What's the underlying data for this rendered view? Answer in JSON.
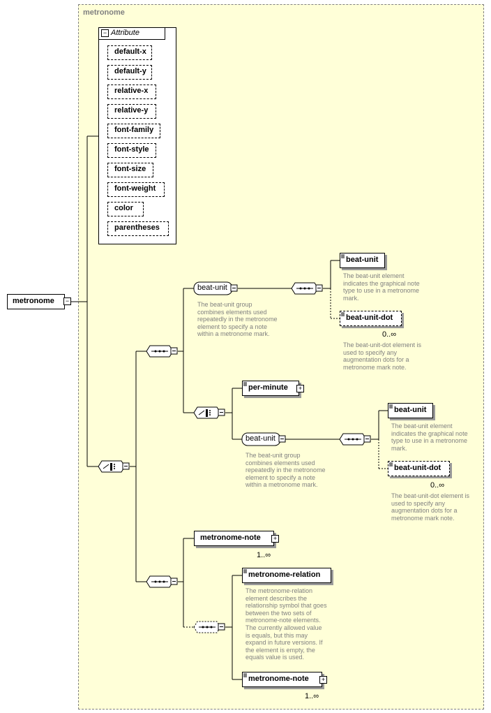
{
  "root": {
    "title": "metronome",
    "element": "metronome"
  },
  "attributes": {
    "header": "Attribute",
    "items": [
      "default-x",
      "default-y",
      "relative-x",
      "relative-y",
      "font-family",
      "font-style",
      "font-size",
      "font-weight",
      "color",
      "parentheses"
    ]
  },
  "branch1": {
    "group_name": "beat-unit",
    "group_doc": "The beat-unit group\ncombines elements used\nrepeatedly in the metronome\nelement to specify a note\nwithin a metronome mark.",
    "beat_unit": "beat-unit",
    "beat_unit_doc": "The beat-unit element\nindicates the graphical note\ntype to use in a metronome\nmark.",
    "beat_unit_dot": "beat-unit-dot",
    "beat_unit_dot_occ": "0..∞",
    "beat_unit_dot_doc": "The beat-unit-dot element is\nused to specify any\naugmentation dots for a\nmetronome mark note."
  },
  "branch2": {
    "per_minute": "per-minute",
    "group_name": "beat-unit",
    "group_doc": "The beat-unit group\ncombines elements used\nrepeatedly in the metronome\nelement to specify a note\nwithin a metronome mark.",
    "beat_unit": "beat-unit",
    "beat_unit_doc": "The beat-unit element\nindicates the graphical note\ntype to use in a metronome\nmark.",
    "beat_unit_dot": "beat-unit-dot",
    "beat_unit_dot_occ": "0..∞",
    "beat_unit_dot_doc": "The beat-unit-dot element is\nused to specify any\naugmentation dots for a\nmetronome mark note."
  },
  "branch3": {
    "metronome_note": "metronome-note",
    "metronome_note_occ": "1..∞",
    "metronome_relation": "metronome-relation",
    "metronome_relation_doc": "The metronome-relation\nelement describes the\nrelationship symbol that goes\nbetween the two sets of\nmetronome-note elements.\nThe currently allowed value\nis equals, but this may\nexpand in future versions. If\nthe element is empty, the\nequals value is used.",
    "metronome_note2": "metronome-note",
    "metronome_note2_occ": "1..∞"
  },
  "colors": {
    "frame_bg": "#ffffd8",
    "doc_text": "#808080"
  }
}
